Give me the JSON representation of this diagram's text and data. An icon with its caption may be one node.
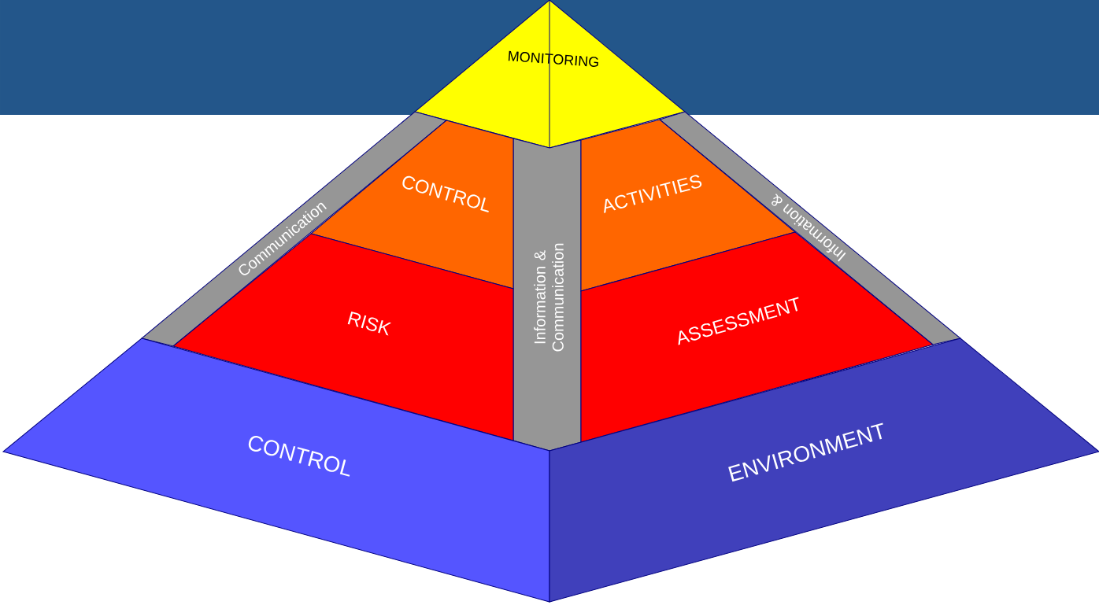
{
  "diagram": {
    "nodes": [
      {
        "text": [
          "MONITORING"
        ]
      },
      {
        "text": [
          "Communication"
        ]
      },
      {
        "text": [
          "Information & Communication"
        ]
      },
      {
        "text": [
          "Information &"
        ]
      },
      {
        "text": [
          "CONTROL"
        ]
      },
      {
        "text": [
          "ACTIVITIES"
        ]
      },
      {
        "text": [
          "RISK"
        ]
      },
      {
        "text": [
          "ASSESSMENT"
        ]
      },
      {
        "text": [
          "CONTROL"
        ]
      },
      {
        "text": [
          "ENVIRONMENT"
        ]
      }
    ]
  }
}
